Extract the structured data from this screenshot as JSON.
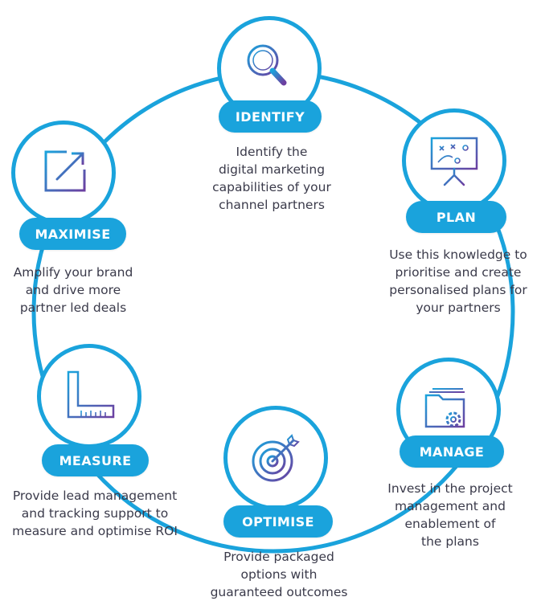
{
  "colors": {
    "ring": "#1aa3dc",
    "pill": "#1aa3dc",
    "pill_text": "#ffffff",
    "body_text": "#3a3a4a",
    "icon_gradient": [
      "#1aa3dc",
      "#6c3fa0"
    ]
  },
  "steps": [
    {
      "label": "IDENTIFY",
      "icon": "magnifier-icon",
      "description": [
        "Identify the",
        "digital marketing",
        "capabilities of your",
        "channel partners"
      ]
    },
    {
      "label": "PLAN",
      "icon": "presentation-board-icon",
      "description": [
        "Use this knowledge to",
        "prioritise and create",
        "personalised plans for",
        "your partners"
      ]
    },
    {
      "label": "MANAGE",
      "icon": "folder-gear-icon",
      "description": [
        "Invest in the project",
        "management and",
        "enablement of",
        "the plans"
      ]
    },
    {
      "label": "OPTIMISE",
      "icon": "target-arrow-icon",
      "description": [
        "Provide packaged",
        "options with",
        "guaranteed outcomes"
      ]
    },
    {
      "label": "MEASURE",
      "icon": "set-square-ruler-icon",
      "description": [
        "Provide lead management",
        "and tracking support to",
        "measure and optimise ROI"
      ]
    },
    {
      "label": "MAXIMISE",
      "icon": "expand-arrow-icon",
      "description": [
        "Amplify your brand",
        "and drive more",
        "partner led deals"
      ]
    }
  ]
}
